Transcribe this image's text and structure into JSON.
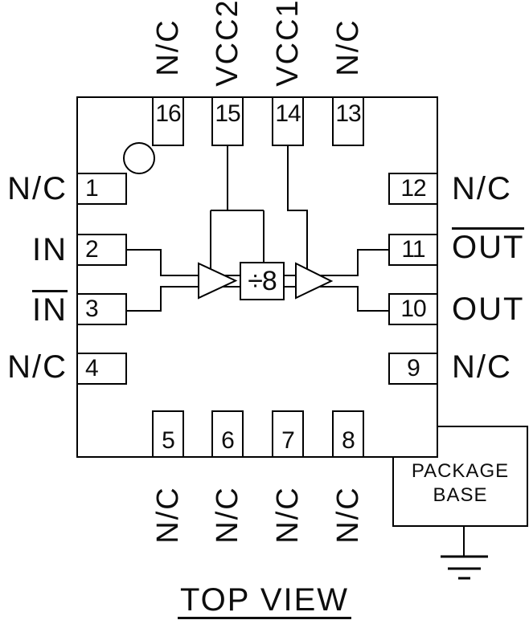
{
  "diagram": {
    "title": "TOP VIEW",
    "divider_label": "÷8",
    "package_base_line1": "PACKAGE",
    "package_base_line2": "BASE",
    "colors": {
      "line": "#000000",
      "background": "#ffffff",
      "text": "#0d0d0d"
    }
  },
  "pins": {
    "top": [
      {
        "number": "16",
        "label": "N/C",
        "overline": false
      },
      {
        "number": "15",
        "label": "VCC2",
        "overline": false
      },
      {
        "number": "14",
        "label": "VCC1",
        "overline": false
      },
      {
        "number": "13",
        "label": "N/C",
        "overline": false
      }
    ],
    "left": [
      {
        "number": "1",
        "label": "N/C",
        "overline": false
      },
      {
        "number": "2",
        "label": "IN",
        "overline": false
      },
      {
        "number": "3",
        "label": "IN",
        "overline": true
      },
      {
        "number": "4",
        "label": "N/C",
        "overline": false
      }
    ],
    "right": [
      {
        "number": "12",
        "label": "N/C",
        "overline": false
      },
      {
        "number": "11",
        "label": "OUT",
        "overline": true
      },
      {
        "number": "10",
        "label": "OUT",
        "overline": false
      },
      {
        "number": "9",
        "label": "N/C",
        "overline": false
      }
    ],
    "bottom": [
      {
        "number": "5",
        "label": "N/C",
        "overline": false
      },
      {
        "number": "6",
        "label": "N/C",
        "overline": false
      },
      {
        "number": "7",
        "label": "N/C",
        "overline": false
      },
      {
        "number": "8",
        "label": "N/C",
        "overline": false
      }
    ]
  }
}
